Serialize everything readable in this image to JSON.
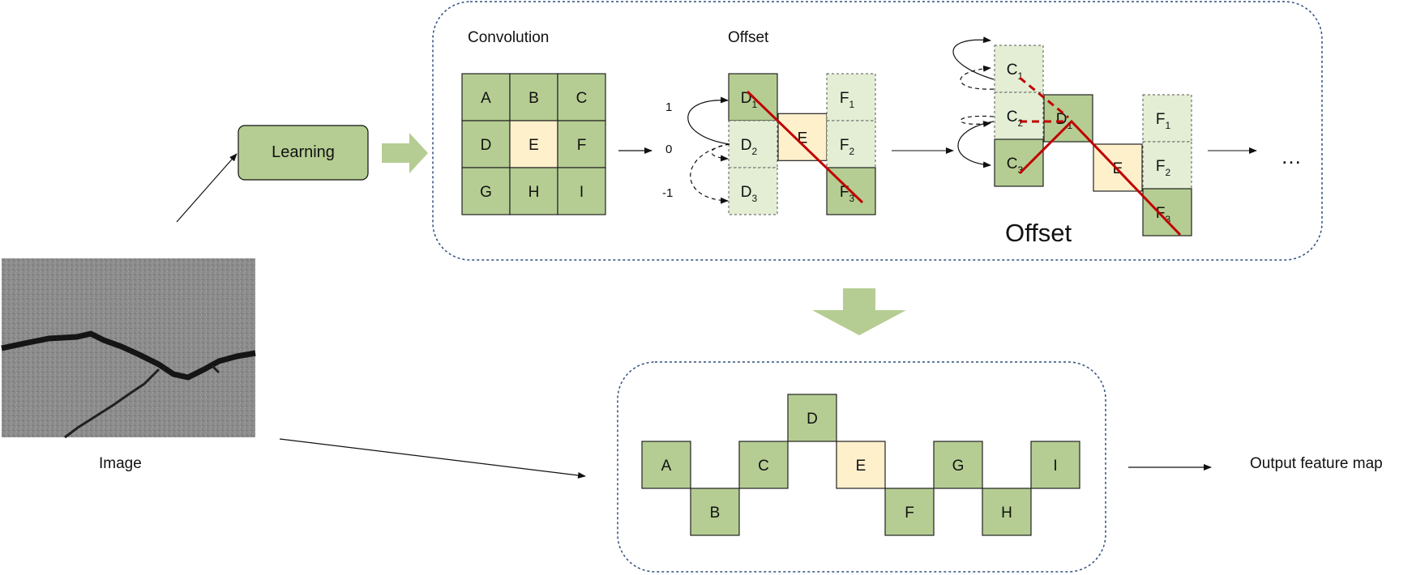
{
  "labels": {
    "convolution": "Convolution",
    "offset_small": "Offset",
    "offset_large": "Offset",
    "learning": "Learning",
    "image": "Image",
    "output": "Output feature map",
    "ellipsis": "…"
  },
  "offset_values": [
    "1",
    "0",
    "-1"
  ],
  "conv_grid": [
    [
      "A",
      "B",
      "C"
    ],
    [
      "D",
      "E",
      "F"
    ],
    [
      "G",
      "H",
      "I"
    ]
  ],
  "stage1": {
    "d_col": [
      {
        "b": "D",
        "s": "1"
      },
      {
        "b": "D",
        "s": "2"
      },
      {
        "b": "D",
        "s": "3"
      }
    ],
    "e": "E",
    "f_col": [
      {
        "b": "F",
        "s": "1"
      },
      {
        "b": "F",
        "s": "2"
      },
      {
        "b": "F",
        "s": "3"
      }
    ]
  },
  "stage2": {
    "c_col": [
      {
        "b": "C",
        "s": "1"
      },
      {
        "b": "C",
        "s": "2"
      },
      {
        "b": "C",
        "s": "3"
      }
    ],
    "d": {
      "b": "D",
      "s": "1"
    },
    "e": "E",
    "f_col": [
      {
        "b": "F",
        "s": "1"
      },
      {
        "b": "F",
        "s": "2"
      },
      {
        "b": "F",
        "s": "3"
      }
    ]
  },
  "output_cells": [
    "A",
    "B",
    "C",
    "D",
    "E",
    "F",
    "G",
    "H",
    "I"
  ],
  "colors": {
    "green": "#b5cd92",
    "green_light": "#e3eed5",
    "cream": "#fff0cc",
    "arrow_green": "#b5cd92",
    "path_red": "#c00000",
    "dash_border": "#2f4f7f"
  }
}
